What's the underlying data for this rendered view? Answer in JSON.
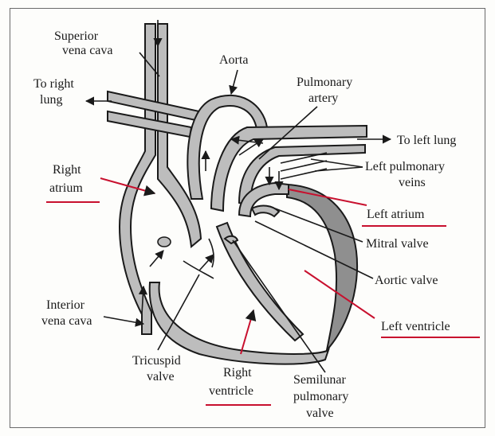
{
  "labels": {
    "superior_vena_cava_1": "Superior",
    "superior_vena_cava_2": "vena cava",
    "aorta": "Aorta",
    "to_right_lung_1": "To right",
    "to_right_lung_2": "lung",
    "pulmonary_artery_1": "Pulmonary",
    "pulmonary_artery_2": "artery",
    "to_left_lung": "To left lung",
    "right_atrium_1": "Right",
    "right_atrium_2": "atrium",
    "left_pulmonary_veins_1": "Left pulmonary",
    "left_pulmonary_veins_2": "veins",
    "left_atrium": "Left atrium",
    "mitral_valve": "Mitral valve",
    "aortic_valve": "Aortic valve",
    "interior_vena_cava_1": "Interior",
    "interior_vena_cava_2": "vena cava",
    "left_ventricle": "Left ventricle",
    "tricuspid_valve_1": "Tricuspid",
    "tricuspid_valve_2": "valve",
    "right_ventricle_1": "Right",
    "right_ventricle_2": "ventricle",
    "semilunar_pulmonary_valve_1": "Semilunar",
    "semilunar_pulmonary_valve_2": "pulmonary",
    "semilunar_pulmonary_valve_3": "valve"
  },
  "colors": {
    "highlight": "#c8102e",
    "wall": "#bdbdbd",
    "wall_dark": "#8f8f8f"
  }
}
